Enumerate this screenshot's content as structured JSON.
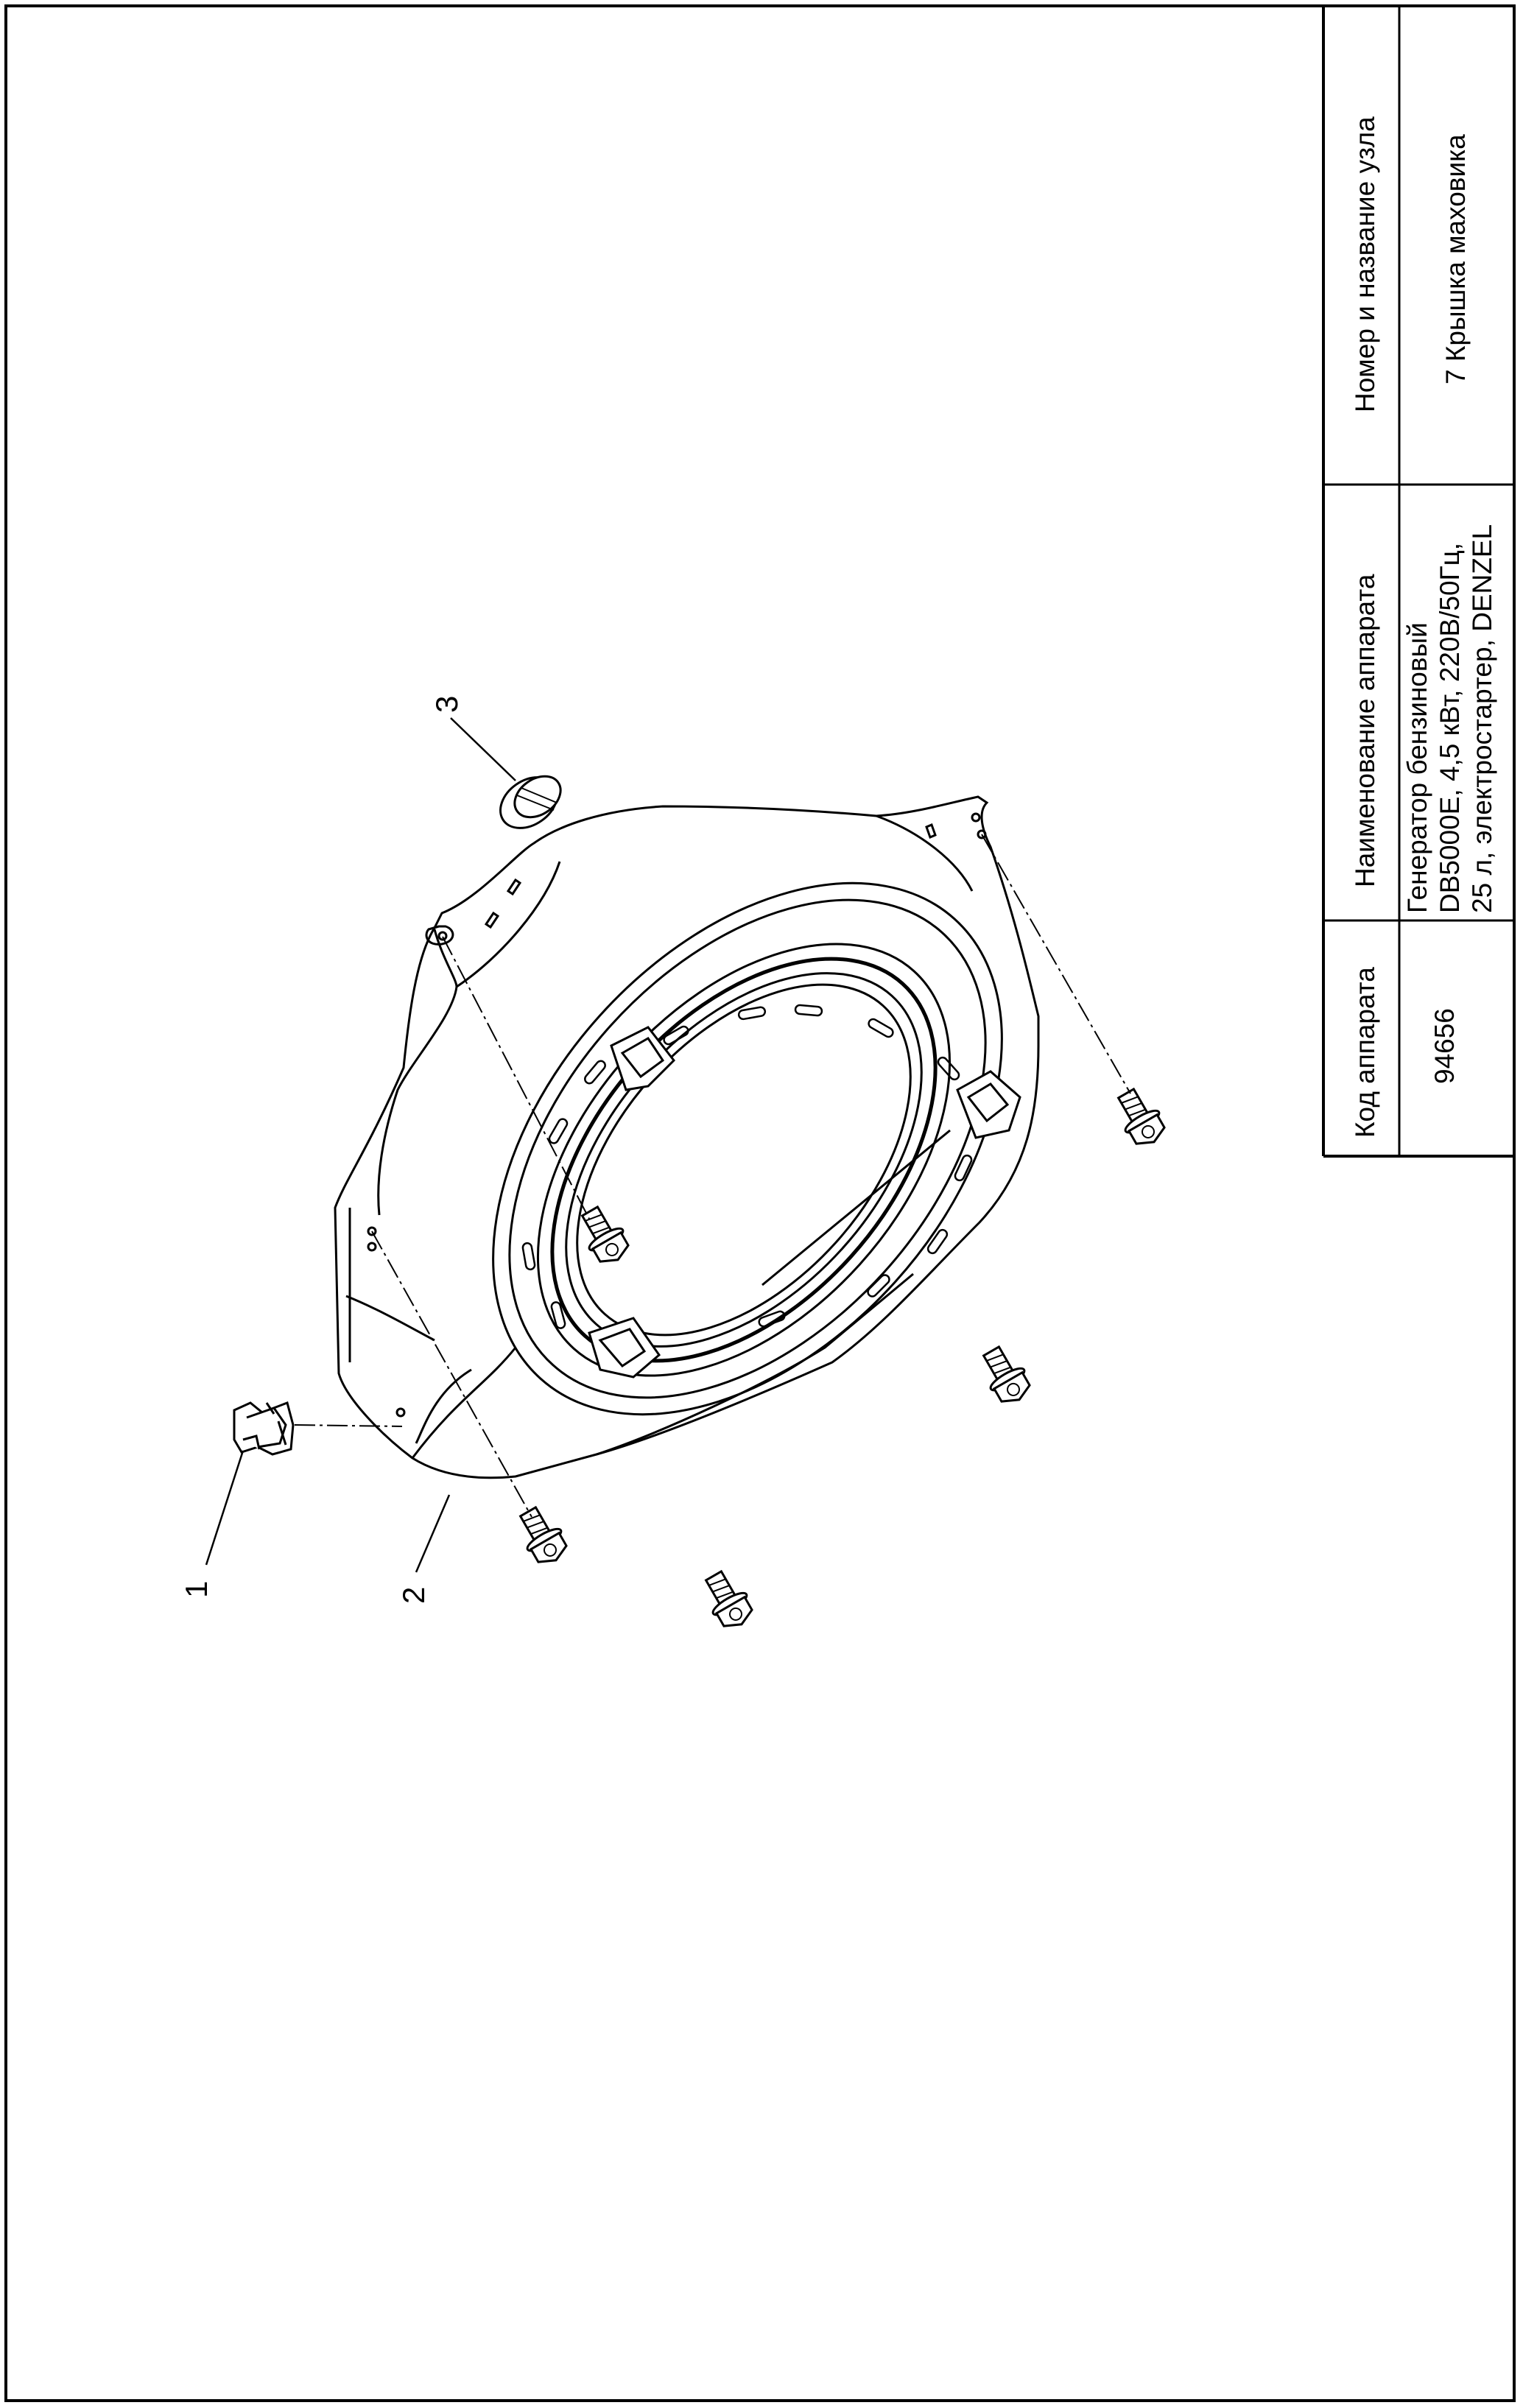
{
  "title_block": {
    "code_header": "Код аппарата",
    "code_value": "94656",
    "name_header": "Наименование аппарата",
    "name_lines": [
      "Генератор бензиновый",
      "DB5000E, 4,5 кВт, 220В/50Гц,",
      "25 л, электростартер, DENZEL"
    ],
    "unit_header": "Номер и название узла",
    "unit_value": "7 Крышка маховика"
  },
  "callouts": [
    "1",
    "2",
    "3"
  ]
}
